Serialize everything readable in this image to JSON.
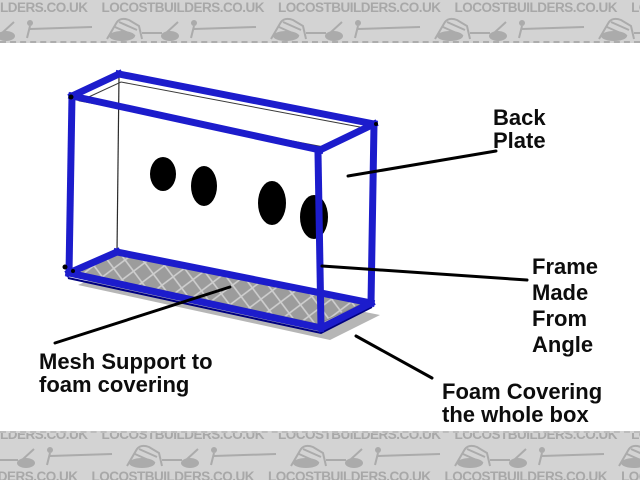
{
  "watermark": {
    "text": "LOCOSTBUILDERS.CO.UK"
  },
  "diagram": {
    "labels": {
      "back_plate": {
        "lines": [
          "Back",
          "Plate"
        ]
      },
      "frame": {
        "lines": [
          "Frame",
          "Made",
          "From",
          "Angle"
        ]
      },
      "mesh_support": {
        "lines": [
          "Mesh Support to",
          "foam covering"
        ]
      },
      "foam_covering": {
        "lines": [
          "Foam Covering",
          "the whole box"
        ]
      }
    },
    "colors": {
      "frame-blue": "#1c1ccc",
      "frame-dark": "#000080",
      "hole-black": "#000000",
      "mesh-gray": "#9c9c9c",
      "mesh-line": "#cfcfcf",
      "shadow-gray": "#b6b6b6",
      "banner-bg": "#d3d3d3",
      "banner-ink": "#a8a8a8",
      "label-ink": "#0d0d0d"
    }
  }
}
